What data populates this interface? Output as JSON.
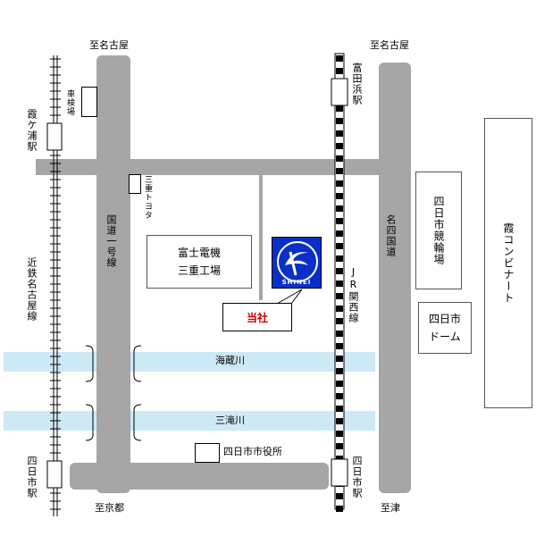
{
  "directions": {
    "top_left": "至名古屋",
    "top_right": "至名古屋",
    "bottom_left": "至京都",
    "bottom_right": "至津"
  },
  "stations": {
    "kasumigaura": "霞ケ浦駅",
    "tomidahama": "富田浜駅",
    "yokkaichi_kintetsu": "四日市駅",
    "yokkaichi_jr": "四日市駅"
  },
  "railways": {
    "kintetsu": "近鉄名古屋線",
    "jr": "JR関西線"
  },
  "roads": {
    "route1": "国道一号線",
    "meiyon": "名四国道"
  },
  "rivers": {
    "kaizo": "海蔵川",
    "mitaki": "三滝川"
  },
  "places": {
    "shakenjo": "車検場",
    "mie_toyota": "三重トヨタ",
    "fuji_denki_1": "富士電機",
    "fuji_denki_2": "三重工場",
    "yokkaichi_keirin": "四日市競輪場",
    "yokkaichi_dome_1": "四日市",
    "yokkaichi_dome_2": "ドーム",
    "kasumi_conbinat": "霞コンビナート",
    "city_hall": "四日市市役所",
    "our_company": "当社"
  },
  "logo": {
    "text": "SHINEI",
    "bg_color": "#0a2fc8"
  },
  "colors": {
    "road": "#a6a6a6",
    "river": "#cde9f6",
    "highlight_text": "#cc0000"
  }
}
